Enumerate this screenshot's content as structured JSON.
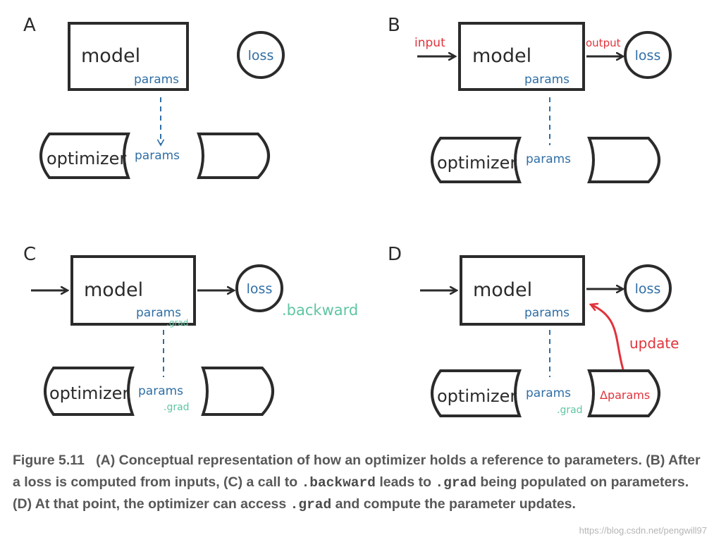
{
  "panels": {
    "a": {
      "letter": "A",
      "model": "model",
      "params": "params",
      "loss": "loss",
      "optimizer": "optimizer",
      "opt_params": "params"
    },
    "b": {
      "letter": "B",
      "input": "input",
      "output": "output",
      "model": "model",
      "params": "params",
      "loss": "loss",
      "optimizer": "optimizer",
      "opt_params": "params"
    },
    "c": {
      "letter": "C",
      "model": "model",
      "params": "params",
      "grad": ".grad",
      "loss": "loss",
      "backward": ".backward",
      "optimizer": "optimizer",
      "opt_params": "params",
      "opt_grad": ".grad"
    },
    "d": {
      "letter": "D",
      "model": "model",
      "params": "params",
      "loss": "loss",
      "update": "update",
      "optimizer": "optimizer",
      "opt_params": "params",
      "opt_grad": ".grad",
      "delta_params": "Δparams"
    }
  },
  "caption": {
    "figure": "Figure 5.11",
    "part1": "(A) Conceptual representation of how an optimizer holds a reference to parameters. (B) After a loss is computed from inputs, (C) a call to",
    "code_backward": ".backward",
    "part2": "leads to",
    "code_grad1": ".grad",
    "part3": "being populated on parameters. (D) At that point, the optimizer can access",
    "code_grad2": ".grad",
    "part4": "and compute the parameter updates."
  },
  "watermark": "https://blog.csdn.net/pengwill97",
  "colors": {
    "ink": "#2b2b2b",
    "blue": "#2f6ea5",
    "red": "#e1333b",
    "green": "#5fc6a0",
    "caption": "#585858"
  }
}
